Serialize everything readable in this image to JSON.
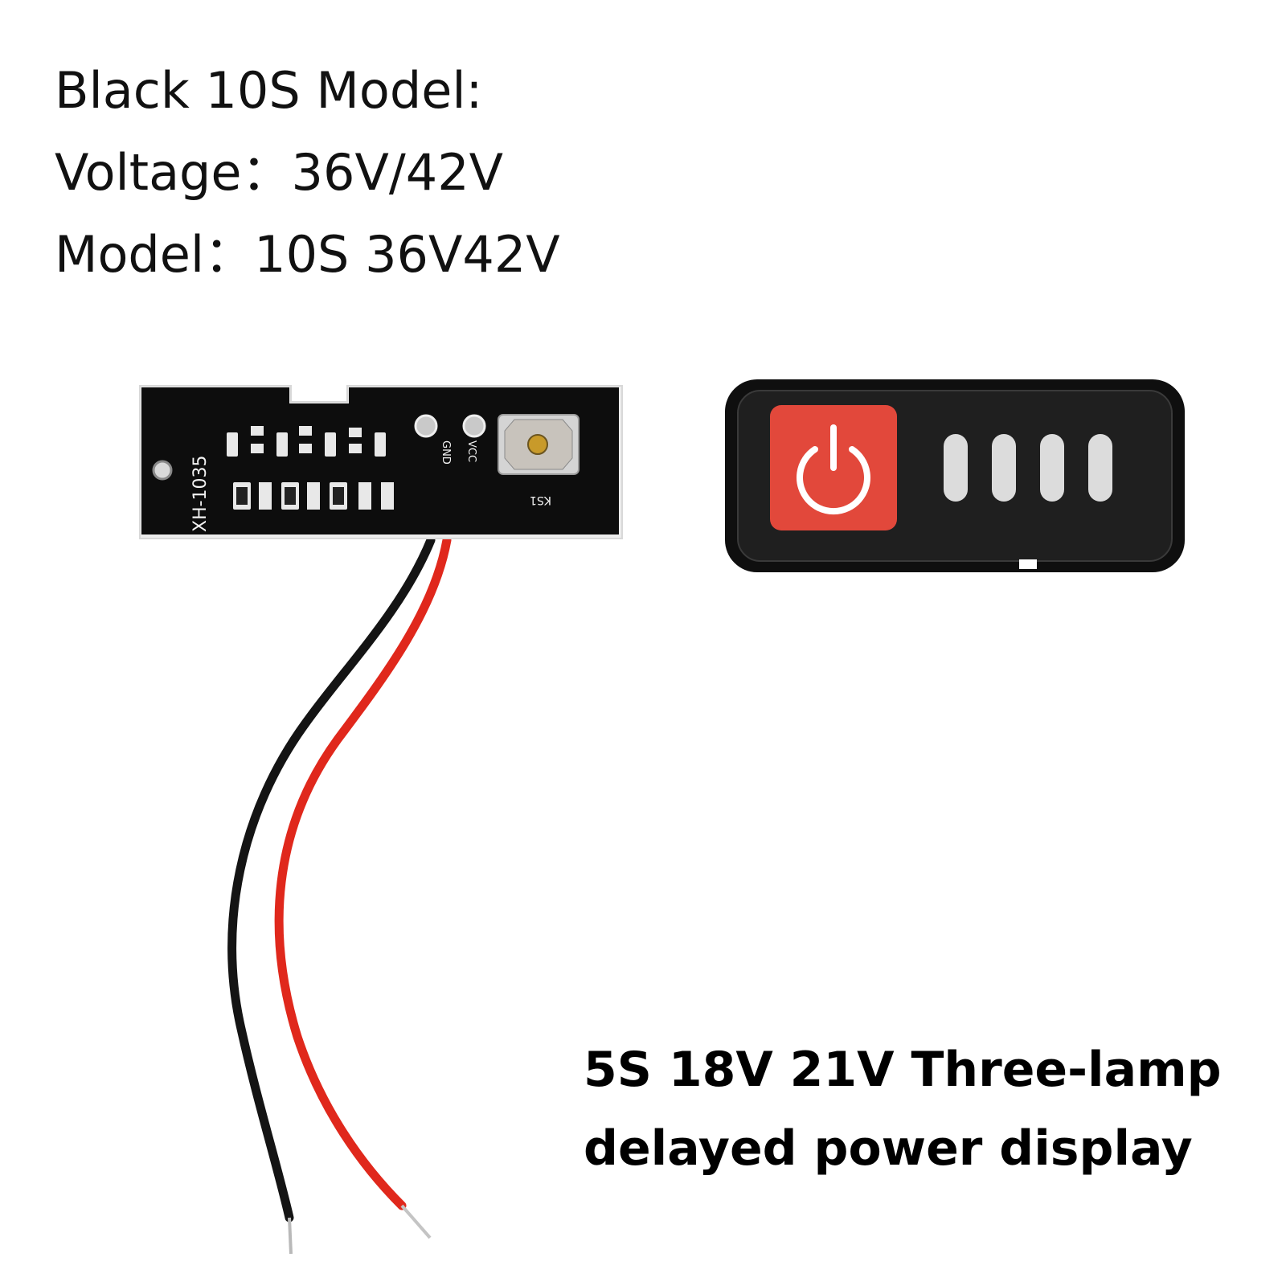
{
  "specs": {
    "line1": "Black 10S Model:",
    "line2": "Voltage：36V/42V",
    "line3": "Model：10S 36V42V"
  },
  "caption": {
    "line1": "5S 18V 21V Three-lamp",
    "line2": "delayed power display"
  },
  "pcb": {
    "model_label": "XH-1035",
    "gnd_label": "GND",
    "vcc_label": "VCC",
    "switch_label": "KS1"
  },
  "panel": {
    "level_lamps": 4,
    "power_button_color": "#e2483b"
  },
  "colors": {
    "pcb": "#0d0d0d",
    "wire_red": "#e0281c",
    "wire_black": "#141414"
  }
}
